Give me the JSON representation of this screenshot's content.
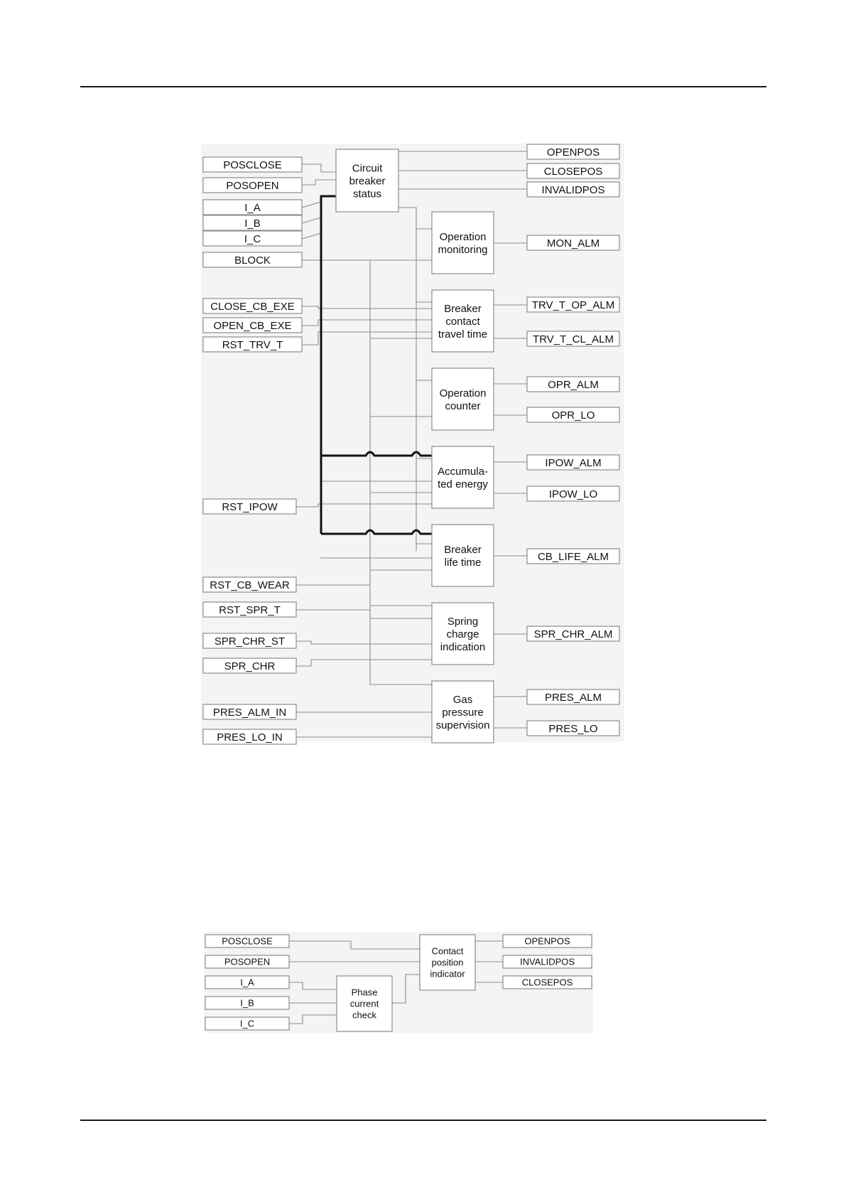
{
  "diagram_a": {
    "inputs": [
      "POSCLOSE",
      "POSOPEN",
      "I_A",
      "I_B",
      "I_C",
      "BLOCK",
      "CLOSE_CB_EXE",
      "OPEN_CB_EXE",
      "RST_TRV_T",
      "RST_IPOW",
      "RST_CB_WEAR",
      "RST_SPR_T",
      "SPR_CHR_ST",
      "SPR_CHR",
      "PRES_ALM_IN",
      "PRES_LO_IN"
    ],
    "blocks": [
      [
        "Circuit",
        "breaker",
        "status"
      ],
      [
        "Operation",
        "monitoring"
      ],
      [
        "Breaker",
        "contact",
        "travel time"
      ],
      [
        "Operation",
        "counter"
      ],
      [
        "Accumula-",
        "ted energy"
      ],
      [
        "Breaker",
        "life time"
      ],
      [
        "Spring",
        "charge",
        "indication"
      ],
      [
        "Gas",
        "pressure",
        "supervision"
      ]
    ],
    "outputs": [
      "OPENPOS",
      "CLOSEPOS",
      "INVALIDPOS",
      "MON_ALM",
      "TRV_T_OP_ALM",
      "TRV_T_CL_ALM",
      "OPR_ALM",
      "OPR_LO",
      "IPOW_ALM",
      "IPOW_LO",
      "CB_LIFE_ALM",
      "SPR_CHR_ALM",
      "PRES_ALM",
      "PRES_LO"
    ]
  },
  "diagram_b": {
    "inputs": [
      "POSCLOSE",
      "POSOPEN",
      "I_A",
      "I_B",
      "I_C"
    ],
    "blocks": [
      [
        "Contact",
        "position",
        "indicator"
      ],
      [
        "Phase",
        "current",
        "check"
      ]
    ],
    "outputs": [
      "OPENPOS",
      "INVALIDPOS",
      "CLOSEPOS"
    ]
  }
}
